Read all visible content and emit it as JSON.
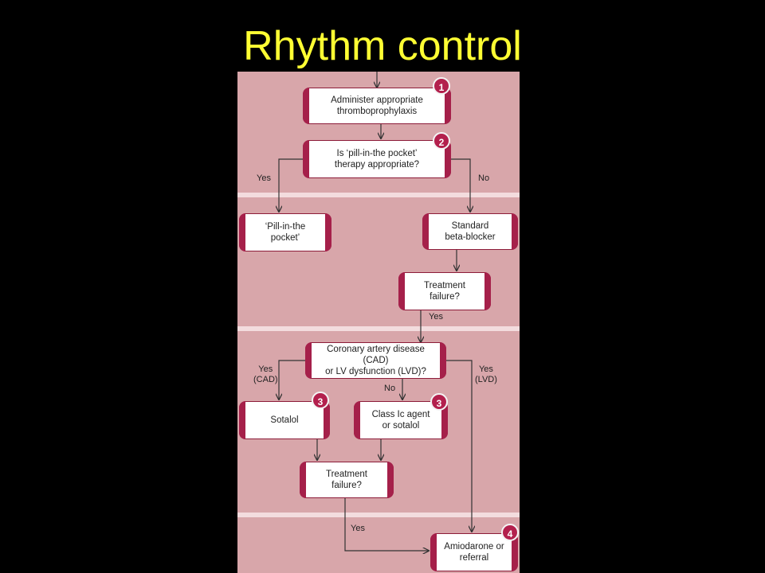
{
  "slide": {
    "title": "Rhythm control"
  },
  "nodes": {
    "thromboprophylaxis": {
      "line1": "Administer appropriate",
      "line2": "thromboprophylaxis",
      "badge": "1"
    },
    "pill_question": {
      "line1": "Is ‘pill-in-the pocket’",
      "line2": "therapy appropriate?",
      "badge": "2"
    },
    "pill_in_pocket": {
      "line1": "‘Pill-in-the",
      "line2": "pocket’"
    },
    "beta_blocker": {
      "line1": "Standard",
      "line2": "beta-blocker"
    },
    "treatment_failure_1": {
      "line1": "Treatment",
      "line2": "failure?"
    },
    "cad_lvd_question": {
      "line1": "Coronary artery disease (CAD)",
      "line2": "or LV dysfunction (LVD)?"
    },
    "sotalol": {
      "line1": "Sotalol",
      "badge": "3"
    },
    "class_ic": {
      "line1": "Class Ic agent",
      "line2": "or sotalol",
      "badge": "3"
    },
    "treatment_failure_2": {
      "line1": "Treatment",
      "line2": "failure?"
    },
    "amiodarone": {
      "line1": "Amiodarone or",
      "line2": "referral",
      "badge": "4"
    }
  },
  "edge_labels": {
    "pill_yes": "Yes",
    "pill_no": "No",
    "failure1_yes": "Yes",
    "cad_yes_line1": "Yes",
    "cad_yes_line2": "(CAD)",
    "cad_no": "No",
    "lvd_yes_line1": "Yes",
    "lvd_yes_line2": "(LVD)",
    "failure2_yes": "Yes"
  },
  "colors": {
    "title": "#ffff33",
    "panel": "#d8a6aa",
    "accent": "#a5204a",
    "badge": "#b3204d"
  }
}
